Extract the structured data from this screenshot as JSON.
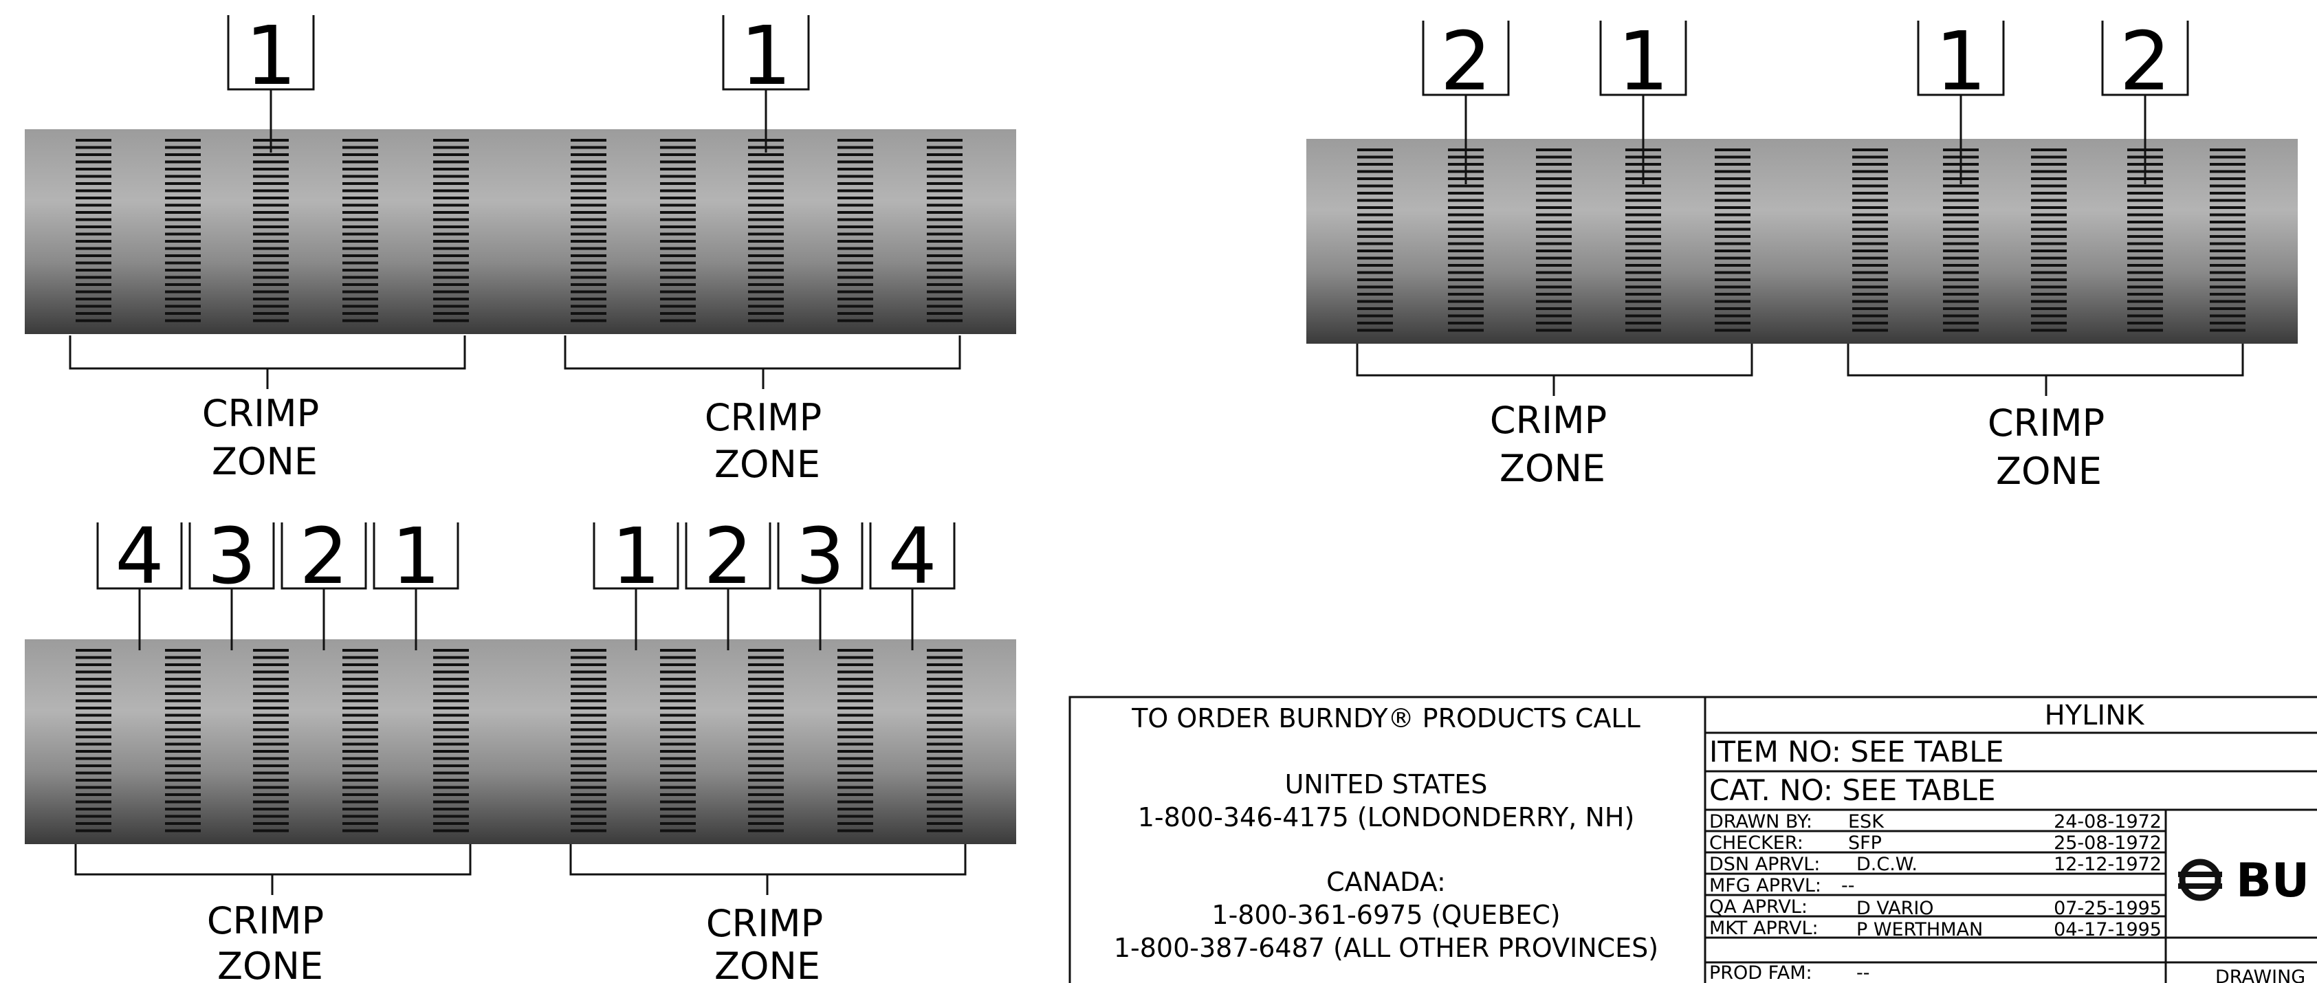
{
  "top_left": {
    "sequence": [
      "1",
      "1"
    ],
    "zones": [
      "CRIMP\nZONE",
      "CRIMP\nZONE"
    ]
  },
  "top_right": {
    "sequence": [
      "2",
      "1",
      "1",
      "2"
    ],
    "zones": [
      "CRIMP\nZONE",
      "CRIMP\nZONE"
    ]
  },
  "bottom_left": {
    "sequence": [
      "4",
      "3",
      "2",
      "1",
      "1",
      "2",
      "3",
      "4"
    ],
    "zones": [
      "CRIMP\nZONE",
      "CRIMP\nZONE"
    ]
  },
  "crimp_label_line1": "CRIMP",
  "crimp_label_line2": "ZONE",
  "order_info": {
    "heading": "TO ORDER BURNDY® PRODUCTS CALL",
    "us_label": "UNITED STATES",
    "us_phone": "1-800-346-4175 (LONDONDERRY, NH)",
    "canada_label": "CANADA:",
    "canada_phone_1": "1-800-361-6975 (QUEBEC)",
    "canada_phone_2": "1-800-387-6487 (ALL OTHER PROVINCES)"
  },
  "title_block": {
    "title": "HYLINK",
    "item_no": "ITEM NO: SEE TABLE",
    "cat_no": "CAT.  NO: SEE TABLE",
    "rows": [
      {
        "label": "DRAWN BY:",
        "value": "ESK",
        "date": "24-08-1972"
      },
      {
        "label": "CHECKER:",
        "value": "SFP",
        "date": "25-08-1972"
      },
      {
        "label": "DSN APRVL:",
        "value": "D.C.W.",
        "date": "12-12-1972"
      },
      {
        "label": "MFG APRVL:",
        "value": "--",
        "date": ""
      },
      {
        "label": "QA APRVL:",
        "value": "D VARIO",
        "date": "07-25-1995"
      },
      {
        "label": "MKT APRVL:",
        "value": "P WERTHMAN",
        "date": "04-17-1995"
      },
      {
        "label": "PROD FAM:",
        "value": "--",
        "date": ""
      }
    ],
    "logo_text": "BU",
    "drawing_label": "DRAWING"
  }
}
